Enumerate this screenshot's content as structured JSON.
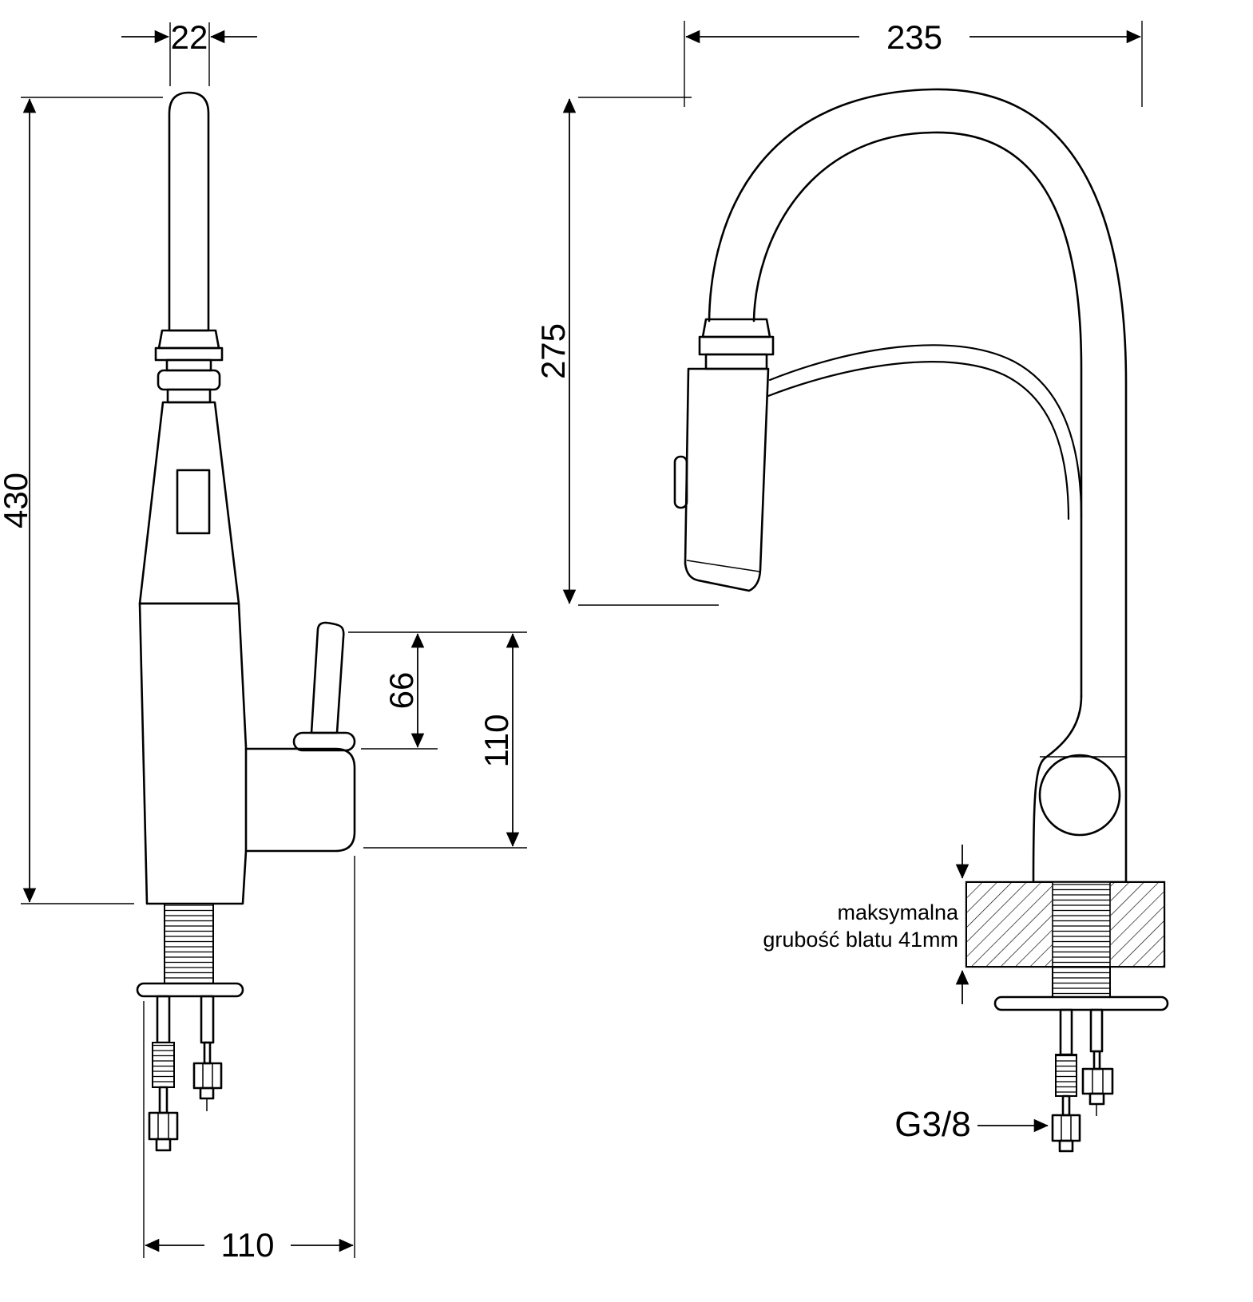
{
  "drawing": {
    "left_view": {
      "dims": {
        "spout_width": "22",
        "total_height": "430",
        "lever_height": "66",
        "handle_height": "110",
        "base_width": "110"
      }
    },
    "right_view": {
      "dims": {
        "spout_reach": "235",
        "spout_height": "275"
      },
      "counter_note": {
        "line1": "maksymalna",
        "line2": "grubość blatu 41mm"
      },
      "thread_label": "G3/8"
    },
    "colors": {
      "line": "#000000",
      "background": "#ffffff"
    }
  }
}
